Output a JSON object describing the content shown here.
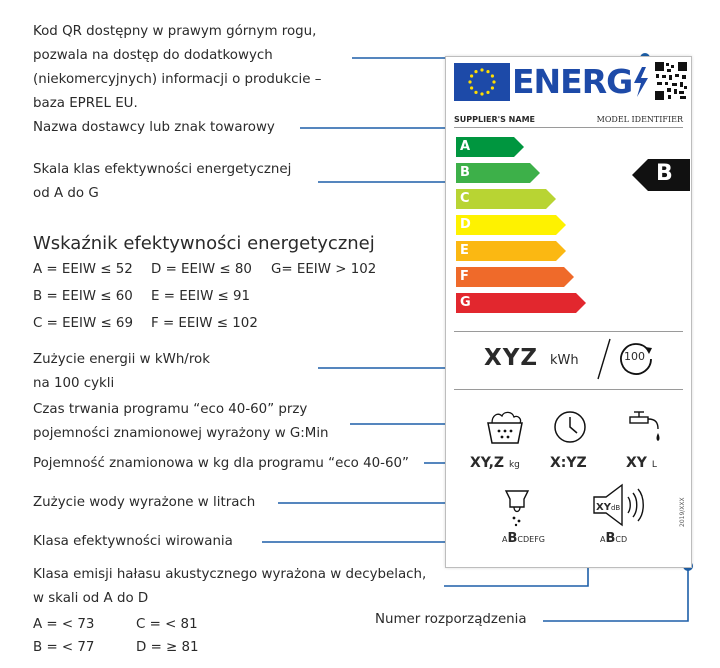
{
  "annotations": {
    "qr": [
      "Kod QR dostępny w prawym górnym rogu,",
      "pozwala na dostęp do dodatkowych",
      "(niekomercyjnych) informacji o produkcie –",
      "baza EPREL EU."
    ],
    "supplier": "Nazwa dostawcy lub znak towarowy",
    "scale": [
      "Skala klas efektywności energetycznej",
      "od A do G"
    ],
    "energy": [
      "Zużycie energii w kWh/rok",
      "na 100 cykli"
    ],
    "duration": [
      "Czas trwania programu “eco 40-60” przy",
      "pojemności znamionowej wyrażony w G:Min"
    ],
    "capacity": "Pojemność znamionowa w kg dla programu “eco 40-60”",
    "water": "Zużycie wody wyrażone w litrach",
    "spin": "Klasa efektywności wirowania",
    "noise": [
      "Klasa emisji hałasu akustycznego wyrażona  w decybelach,",
      "w skali od A do D"
    ],
    "regulation": "Numer rozporządzenia"
  },
  "eeiw": {
    "heading": "Wskaźnik efektywności energetycznej",
    "rows": [
      [
        "A = EEIW  ≤ 52",
        "D = EEIW ≤ 80",
        "G= EEIW > 102"
      ],
      [
        "B = EEIW  ≤ 60",
        "E = EEIW ≤ 91",
        ""
      ],
      [
        "C = EEIW ≤ 69",
        "F = EEIW ≤ 102",
        ""
      ]
    ]
  },
  "noise_scale": {
    "rows": [
      [
        "A = < 73",
        "C = < 81"
      ],
      [
        "B = < 77",
        "D = ≥ 81"
      ]
    ]
  },
  "label": {
    "energy_word": "ENERG",
    "supplier": "SUPPLIER'S NAME",
    "model": "MODEL IDENTIFIER",
    "classes": [
      "A",
      "B",
      "C",
      "D",
      "E",
      "F",
      "G"
    ],
    "class_colors": [
      "#00963f",
      "#3db049",
      "#b8d433",
      "#fef200",
      "#fbb812",
      "#ef6a2a",
      "#e2272e"
    ],
    "current_class": "B",
    "kwh_value": "XYZ",
    "kwh_unit": "kWh",
    "cycles": "100",
    "capacity_value": "XY,Z",
    "capacity_unit": "kg",
    "duration_value": "X:YZ",
    "water_value": "XY",
    "water_unit": "L",
    "noise_value": "XY",
    "noise_unit": "dB",
    "spin_pre": "A",
    "spin_class": "B",
    "spin_post": "CDEFG",
    "noise_pre": "A",
    "noise_class": "B",
    "noise_post": "CD",
    "regulation_code": "2019/XXX"
  },
  "colors": {
    "accent": "#1d5fa8",
    "eu_blue": "#1d4aa8"
  }
}
